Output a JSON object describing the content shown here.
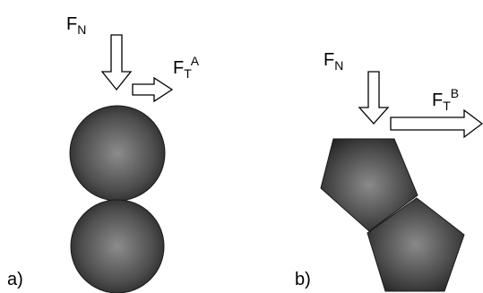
{
  "panel_a": {
    "label": "a)",
    "normal_force": {
      "symbol": "F",
      "subscript": "N"
    },
    "tangential_force": {
      "symbol": "F",
      "subscript": "T",
      "superscript": "A"
    },
    "particles": [
      "circle",
      "circle"
    ]
  },
  "panel_b": {
    "label": "b)",
    "normal_force": {
      "symbol": "F",
      "subscript": "N"
    },
    "tangential_force": {
      "symbol": "F",
      "subscript": "T",
      "superscript": "B"
    },
    "particles": [
      "pentagon",
      "pentagon"
    ]
  },
  "colors": {
    "particle_center": "#8a8a8a",
    "particle_edge": "#222222",
    "arrow_fill": "#ffffff",
    "stroke": "#000000"
  },
  "icons": {
    "force_arrow": "hollow-arrow-icon"
  }
}
